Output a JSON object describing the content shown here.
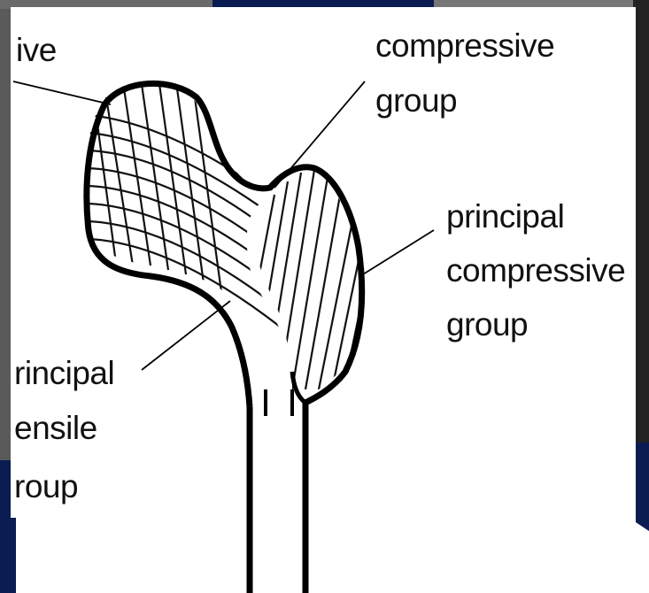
{
  "labels": {
    "top_left": "ive",
    "top_right_line1": "compressive",
    "top_right_line2": "group",
    "right_line1": "principal",
    "right_line2": "compressive",
    "right_line3": "group",
    "left_line1": "rincipal",
    "left_line2": "ensile",
    "left_line3": "roup"
  },
  "colors": {
    "background_dark": "#0a1a4a",
    "paper": "#ffffff",
    "ink": "#111111"
  }
}
